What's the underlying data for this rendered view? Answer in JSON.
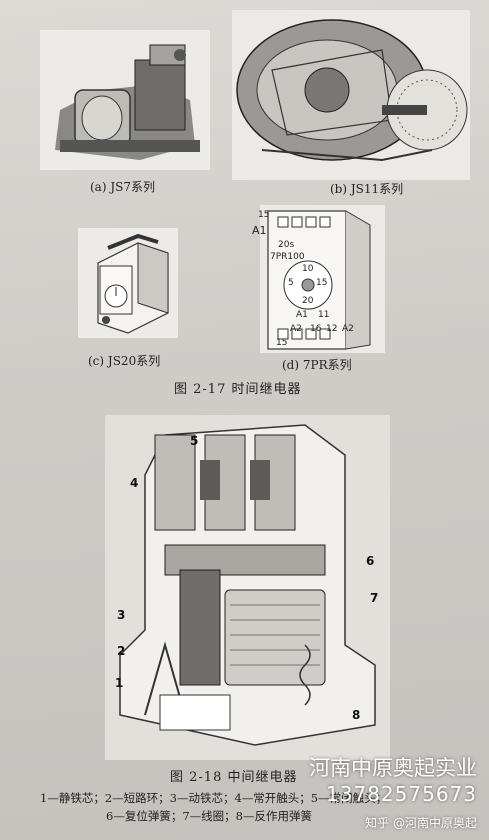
{
  "fig17": {
    "captions": {
      "a": "(a) JS7系列",
      "b": "(b) JS11系列",
      "c": "(c) JS20系列",
      "d": "(d) 7PR系列"
    },
    "title": "图 2-17  时间继电器",
    "d_labels": {
      "n15": "15",
      "a1": "A1",
      "s20": "20s",
      "model": "7PR100",
      "d10": "10",
      "d5": "5",
      "d15": "15",
      "d20": "20",
      "a1b": "A1",
      "n11": "11",
      "a2": "A2",
      "n16": "16",
      "n12": "12",
      "a2b": "A2",
      "n15b": "15"
    }
  },
  "fig18": {
    "title": "图 2-18  中间继电器",
    "callouts": [
      "1",
      "2",
      "3",
      "4",
      "5",
      "6",
      "7",
      "8"
    ],
    "legend_line1": "1—静铁芯；2—短路环；3—动铁芯；4—常开触头；5—常闭触头；",
    "legend_line2": "6—复位弹簧；7—线圈；8—反作用弹簧"
  },
  "watermark": {
    "company": "河南中原奥起实业",
    "phone": "13782575673",
    "zhihu": "知乎 @河南中原奥起"
  }
}
